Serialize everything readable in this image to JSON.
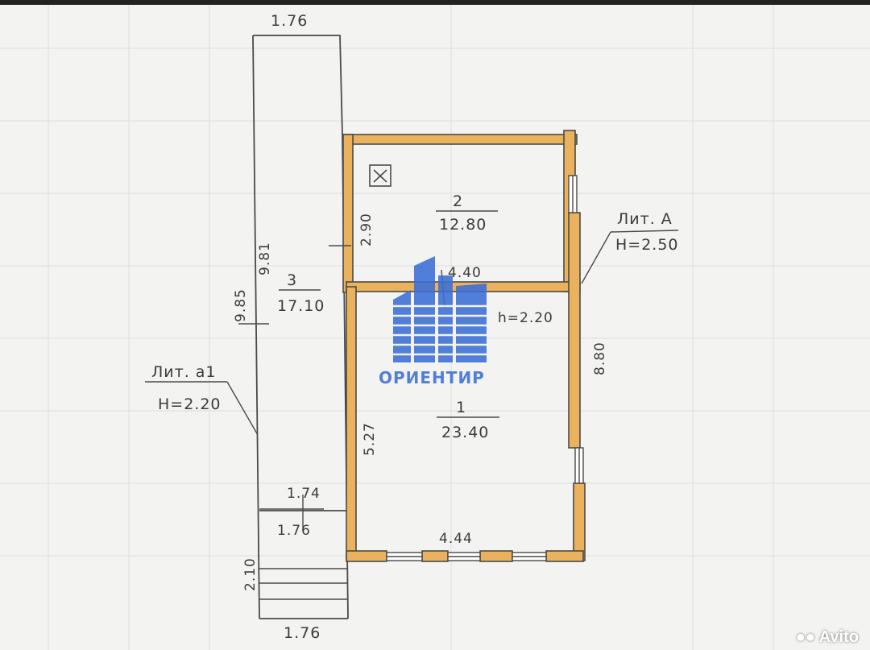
{
  "plan": {
    "dims": {
      "top_width": "1.76",
      "bottom_width": "1.76",
      "porch_length_inner": "9.81",
      "porch_length_outer": "9.85",
      "room2_height": "2.90",
      "partition_width": "4.40",
      "room1_height": "5.27",
      "room1_width": "4.44",
      "building_depth": "8.80",
      "porch_mid_width_a": "1.74",
      "porch_mid_width_b": "1.76",
      "steps_length": "2.10"
    },
    "rooms": {
      "r1": {
        "number": "1",
        "area": "23.40"
      },
      "r2": {
        "number": "2",
        "area": "12.80"
      },
      "r3": {
        "number": "3",
        "area": "17.10"
      }
    },
    "labels": {
      "lit_a1": "Лит. а1",
      "lit_a1_h": "Н=2.20",
      "lit_a": "Лит. А",
      "lit_a_h": "Н=2.50",
      "room_height": "h=2.20"
    },
    "colors": {
      "wall_fill": "#eab25c",
      "wall_line": "#4a4a4a",
      "pencil": "#3b3b3b",
      "logo_blue": "#3b6fd6"
    }
  },
  "logo": {
    "text": "ОРИЕНТИР"
  },
  "watermark": {
    "text": "Avito"
  }
}
